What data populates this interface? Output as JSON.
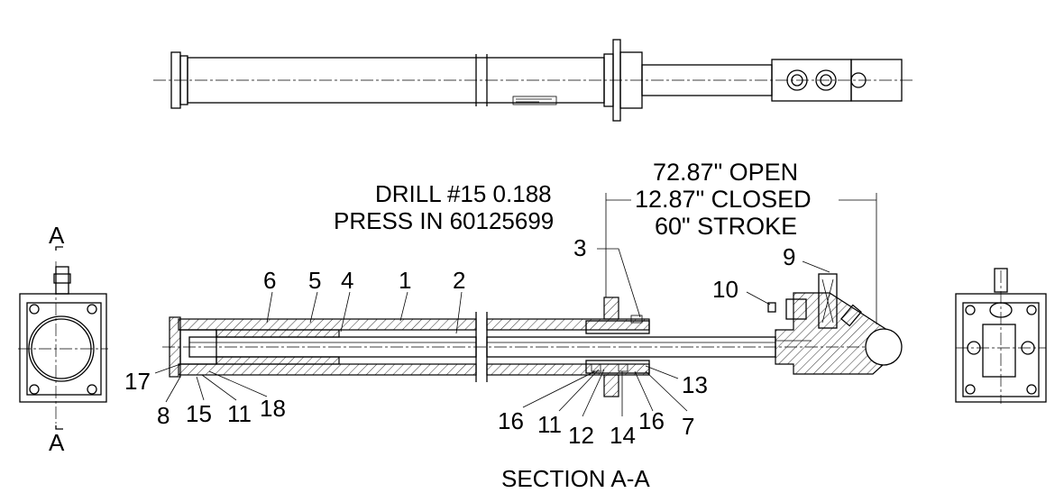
{
  "section_arrow_label": "A",
  "section_title": "SECTION A-A",
  "drill_note": [
    "DRILL #15  0.188",
    "PRESS IN 60125699"
  ],
  "stroke_note": [
    "72.87\" OPEN",
    "12.87\" CLOSED",
    "60\" STROKE"
  ],
  "callouts": {
    "c1": "1",
    "c2": "2",
    "c3": "3",
    "c4": "4",
    "c5": "5",
    "c6": "6",
    "c7": "7",
    "c8": "8",
    "c9": "9",
    "c10": "10",
    "c11a": "11",
    "c11b": "11",
    "c12": "12",
    "c13": "13",
    "c14": "14",
    "c15": "15",
    "c16a": "16",
    "c16b": "16",
    "c17": "17",
    "c18": "18"
  }
}
